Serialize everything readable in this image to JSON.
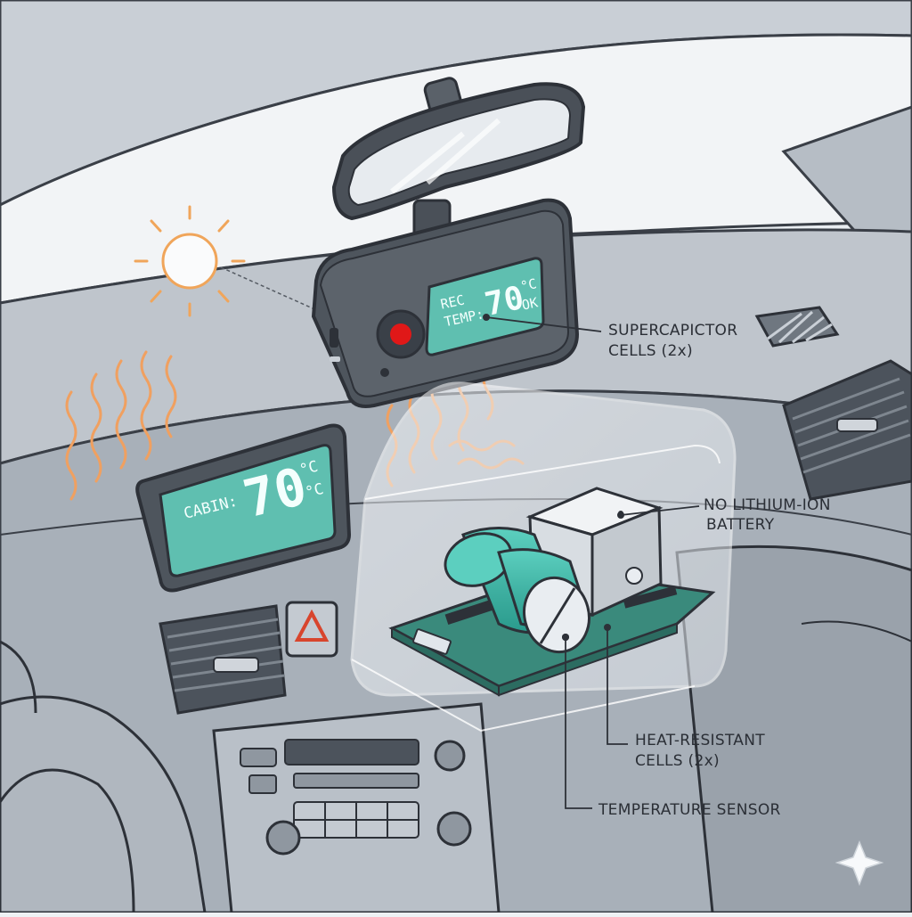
{
  "dashcam": {
    "screen_line1": "REC",
    "screen_line2": "TEMP:",
    "temp_value": "70",
    "temp_unit": "°C",
    "status": "OK"
  },
  "cabin_display": {
    "label": "CABIN:",
    "temp_value": "70",
    "temp_unit_top": "°C",
    "temp_unit_bottom": "°C"
  },
  "callouts": {
    "supercapacitor_line1": "SUPERCAPICTOR",
    "supercapacitor_line2": "CELLS (2x)",
    "no_lithium_line1": "NO LITHIUM-ION",
    "no_lithium_line2": "BATTERY",
    "heat_resistant_line1": "HEAT-RESISTANT",
    "heat_resistant_line2": "CELLS (2x)",
    "temp_sensor": "TEMPERATURE SENSOR"
  },
  "colors": {
    "lcd_teal": "#5fbfb0",
    "capacitor_teal": "#3fb5a5",
    "heat_orange": "#f0a060",
    "sun_orange": "#f0a55a",
    "record_red": "#e01818",
    "hazard_red": "#d8452d",
    "pcb_green": "#3a8a7c"
  },
  "icons": {
    "sun": "sun-icon",
    "sparkle": "sparkle-icon",
    "hazard": "hazard-triangle-icon",
    "record": "record-dot-icon"
  }
}
